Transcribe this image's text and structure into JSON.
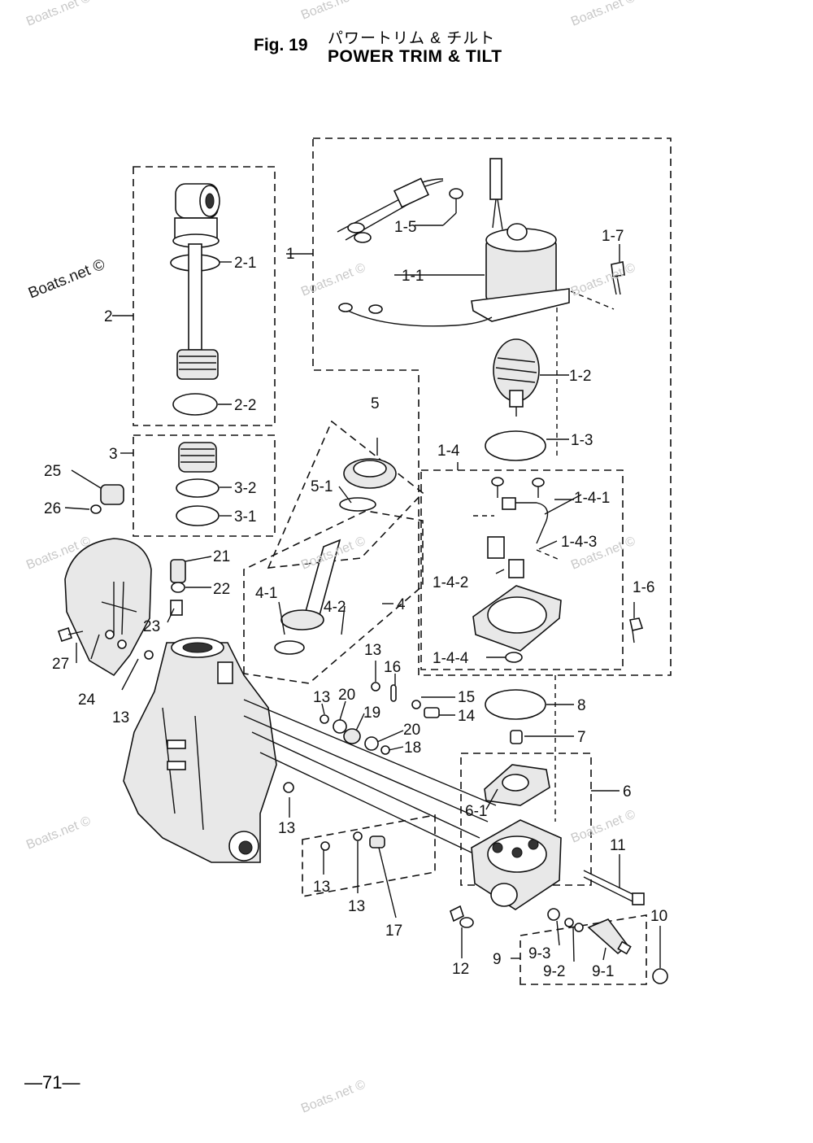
{
  "header": {
    "fig": "Fig. 19",
    "title_jp": "パワートリム & チルト",
    "title_en": "POWER TRIM & TILT"
  },
  "page_number": "—71—",
  "watermarks": [
    "Boats.net ©",
    "Boats.net",
    "Boats.net ©",
    "Boats.net ©",
    "Boats.net ©",
    "Boats.net ©",
    "Boats.net ©",
    "Boats.net ©",
    "Boats.net ©",
    "Boats.net ©",
    "Boats.net ©",
    "Boats.net ©"
  ],
  "callouts": {
    "c1": "1",
    "c1_1": "1-1",
    "c1_2": "1-2",
    "c1_3": "1-3",
    "c1_4": "1-4",
    "c1_4_1": "1-4-1",
    "c1_4_2": "1-4-2",
    "c1_4_3": "1-4-3",
    "c1_4_4": "1-4-4",
    "c1_5": "1-5",
    "c1_6": "1-6",
    "c1_7": "1-7",
    "c2": "2",
    "c2_1": "2-1",
    "c2_2": "2-2",
    "c3": "3",
    "c3_1": "3-1",
    "c3_2": "3-2",
    "c4": "4",
    "c4_1": "4-1",
    "c4_2": "4-2",
    "c5": "5",
    "c5_1": "5-1",
    "c6": "6",
    "c6_1": "6-1",
    "c7": "7",
    "c8": "8",
    "c9": "9",
    "c9_1": "9-1",
    "c9_2": "9-2",
    "c9_3": "9-3",
    "c10": "10",
    "c11": "11",
    "c12": "12",
    "c13a": "13",
    "c13b": "13",
    "c13c": "13",
    "c13d": "13",
    "c13e": "13",
    "c13f": "13",
    "c14": "14",
    "c15": "15",
    "c16": "16",
    "c17": "17",
    "c18": "18",
    "c19": "19",
    "c20a": "20",
    "c20b": "20",
    "c21": "21",
    "c22": "22",
    "c23": "23",
    "c24": "24",
    "c25": "25",
    "c26": "26",
    "c27": "27"
  }
}
